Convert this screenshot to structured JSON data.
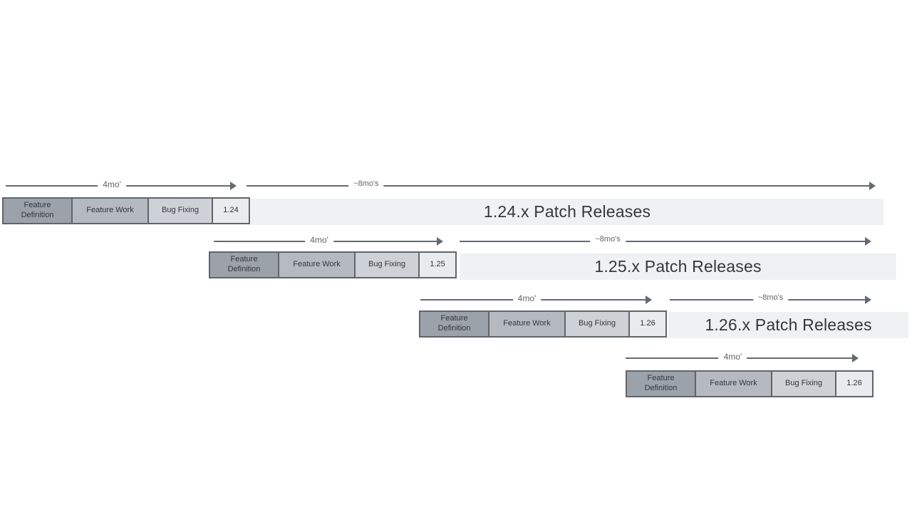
{
  "diagram": {
    "description": "Staggered software release cadence diagram with overlapping development cycles and patch release periods",
    "colors": {
      "feature_definition_fill": "#9ba2a9",
      "feature_work_fill": "#b4bac0",
      "bug_fixing_fill": "#ced2d6",
      "version_box_fill": "#e9ebed",
      "box_border": "#60656c",
      "patch_bar_fill": "#f0f1f3",
      "arrow_color": "#646a72",
      "dark_text": "#33373c",
      "label_text": "#5f6368"
    },
    "rows": [
      {
        "phases": [
          "Feature Definition",
          "Feature Work",
          "Bug Fixing"
        ],
        "version": "1.24",
        "dev_arrow_label": "4mo'",
        "patch_arrow_label": "~8mo's",
        "patch_label": "1.24.x Patch Releases"
      },
      {
        "phases": [
          "Feature Definition",
          "Feature Work",
          "Bug Fixing"
        ],
        "version": "1.25",
        "dev_arrow_label": "4mo'",
        "patch_arrow_label": "~8mo's",
        "patch_label": "1.25.x Patch Releases"
      },
      {
        "phases": [
          "Feature Definition",
          "Feature Work",
          "Bug Fixing"
        ],
        "version": "1.26",
        "dev_arrow_label": "4mo'",
        "patch_arrow_label": "~8mo's",
        "patch_label": "1.26.x Patch Releases"
      },
      {
        "phases": [
          "Feature Definition",
          "Feature Work",
          "Bug Fixing"
        ],
        "version": "1.26",
        "dev_arrow_label": "4mo'",
        "patch_arrow_label": "",
        "patch_label": ""
      }
    ]
  }
}
